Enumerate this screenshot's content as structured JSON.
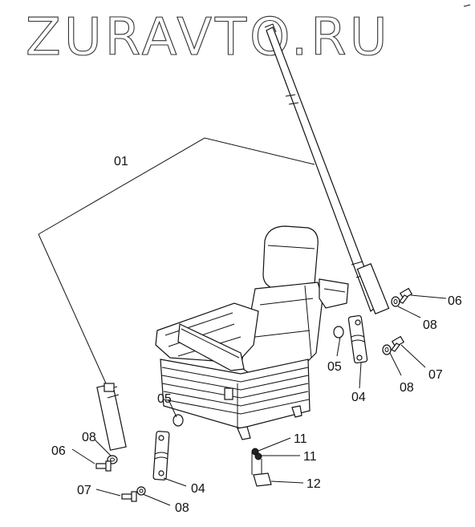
{
  "watermark": "ZURAVTO.RU",
  "callouts": {
    "c01": "01",
    "c05_right": "05",
    "c05_left": "05",
    "c04_right": "04",
    "c04_bottom": "04",
    "c06_right": "06",
    "c06_left": "06",
    "c07_right": "07",
    "c07_left": "07",
    "c08_right_top": "08",
    "c08_right_mid": "08",
    "c08_left_top": "08",
    "c08_left_bottom": "08",
    "c11_top": "11",
    "c11_bottom": "11",
    "c12": "12"
  },
  "parts": [
    {
      "name": "seat-belt-assembly-icon"
    },
    {
      "name": "operator-seat-icon"
    },
    {
      "name": "buckle-strap-icon"
    },
    {
      "name": "collar-spacer-icon"
    },
    {
      "name": "bolt-icon"
    },
    {
      "name": "washer-icon"
    },
    {
      "name": "lever-handle-icon"
    }
  ]
}
